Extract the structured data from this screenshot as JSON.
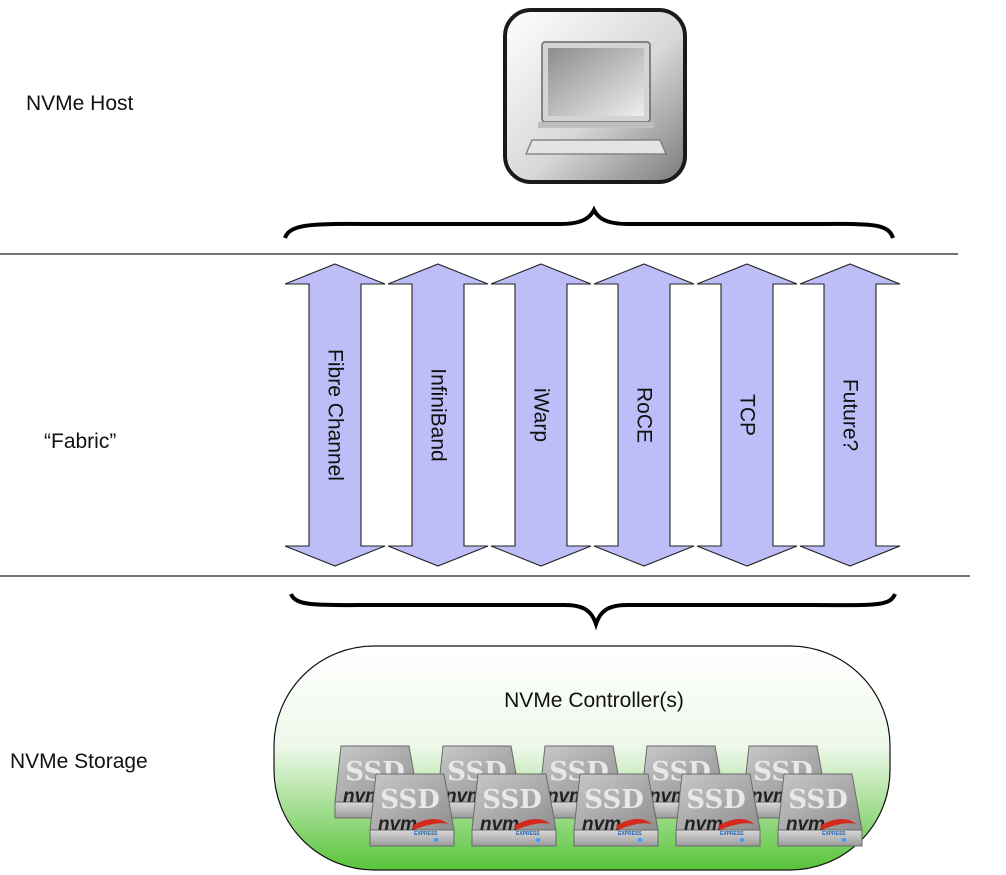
{
  "layers": {
    "host_label": "NVMe Host",
    "fabric_label": "“Fabric”",
    "storage_label": "NVMe Storage"
  },
  "fabrics": [
    "Fibre Channel",
    "InfiniBand",
    "iWarp",
    "RoCE",
    "TCP",
    "Future?"
  ],
  "controller": {
    "label": "NVMe Controller(s)"
  },
  "drive": {
    "ssd_text": "SSD",
    "nvm_text": "nvm",
    "express_text": "EXPRESS"
  },
  "colors": {
    "arrow_fill": "#bdbdf7",
    "controller_gradient_top": "#ffffff",
    "controller_gradient_bottom": "#58c43a"
  }
}
